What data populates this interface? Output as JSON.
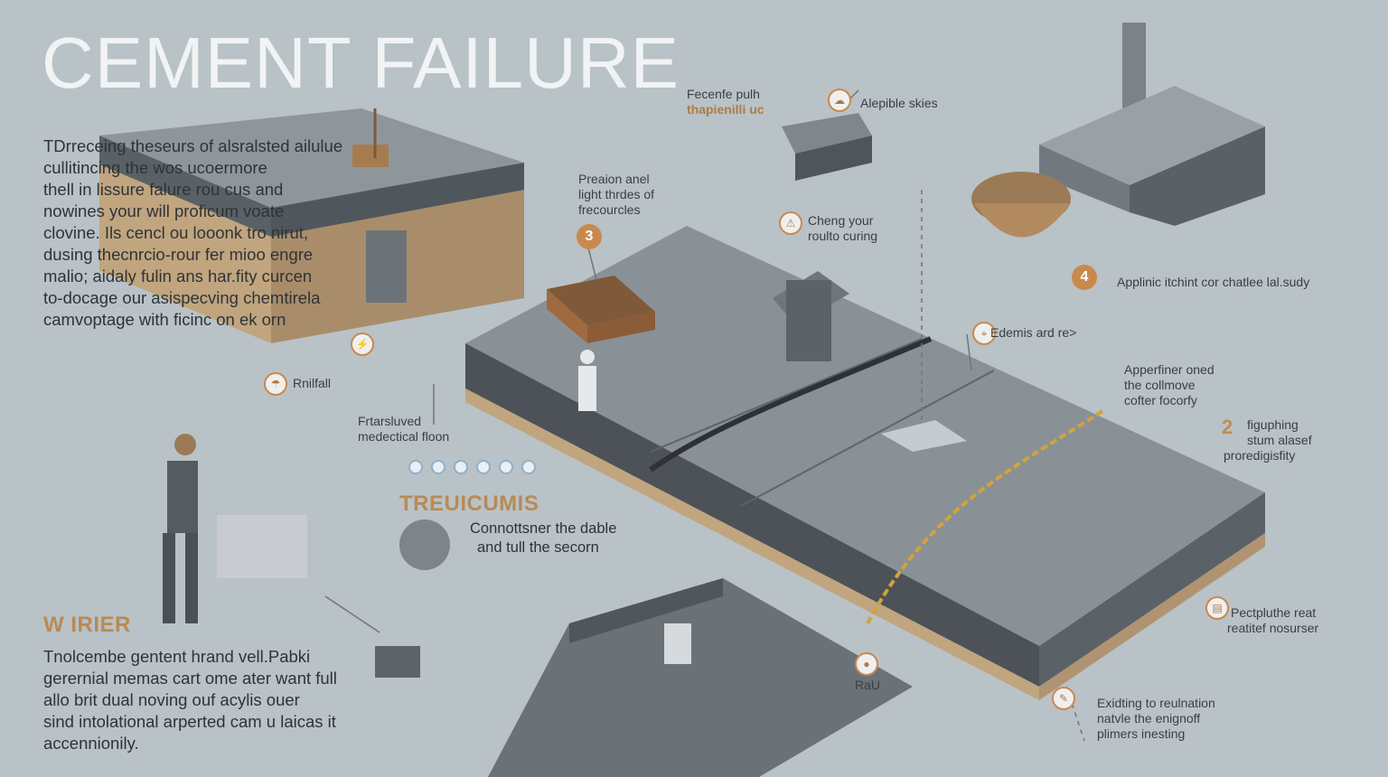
{
  "title": "CEMENT FAILURE",
  "intro_lines": [
    "TDrreceing theseurs of alsralsted ailulue",
    "cullitincing the wos ucoermore",
    "thell in lissure falure rou cus and",
    "nowines your will proficum voate",
    "clovine. Ils cencl ou looonk tro nirut,",
    "dusing thecnrcio-rour fer mioo engre",
    "malio; aidaly fulin ans har.fity curcen",
    "to-docage our asispecving chemtirela",
    "camvoptage with ficinc on ek orn"
  ],
  "labels": {
    "rainfall": "Rnilfall",
    "fractured_1": "Frtarsluved",
    "fractured_2": "medectical floon",
    "top_1": "Fecenfe pulh",
    "top_2": "thapienilli uc",
    "alepible": "Alepible skies",
    "precision_1": "Preaion anel",
    "precision_2": "light thrdes of",
    "precision_3": "frecourcles",
    "cheng_1": "Cheng your",
    "cheng_2": "roulto curing",
    "applin": "Applinic itchint cor chatlee lal.sudy",
    "edemis": "Edemis ard re>",
    "apper_1": "Apperfiner oned",
    "apper_2": "the collmove",
    "apper_3": "cofter focorfy",
    "fig_1": "figuphing",
    "fig_2": "stum alasef",
    "fig_3": "proredigisfity",
    "pect_1": "Pectpluthe reat",
    "pect_2": "reatitef nosurser",
    "raa": "RaU",
    "exid_1": "Exidting to reulnation",
    "exid_2": "natvle the enignoff",
    "exid_3": "plimers inesting",
    "conn_1": "Connottsner the dable",
    "conn_2": "and tull the secorn"
  },
  "headers": {
    "treucumis": "TREUICUMIS",
    "wirier": "W IRIER"
  },
  "numbers": {
    "n3": "3",
    "n4": "4",
    "n2": "2"
  },
  "bottom_lines": [
    "Tnolcembe gentent hrand vell.Pabki",
    "gerernial memas cart ome ater want full",
    "allo brit dual noving ouf acylis ouer",
    "sind intolational arperted cam u laicas it",
    "accennionily."
  ],
  "colors": {
    "background": "#b9c2c6",
    "accent": "#c9894d",
    "slab_top": "#8a9196",
    "slab_side": "#4c5257",
    "soil": "#c0a57f"
  }
}
